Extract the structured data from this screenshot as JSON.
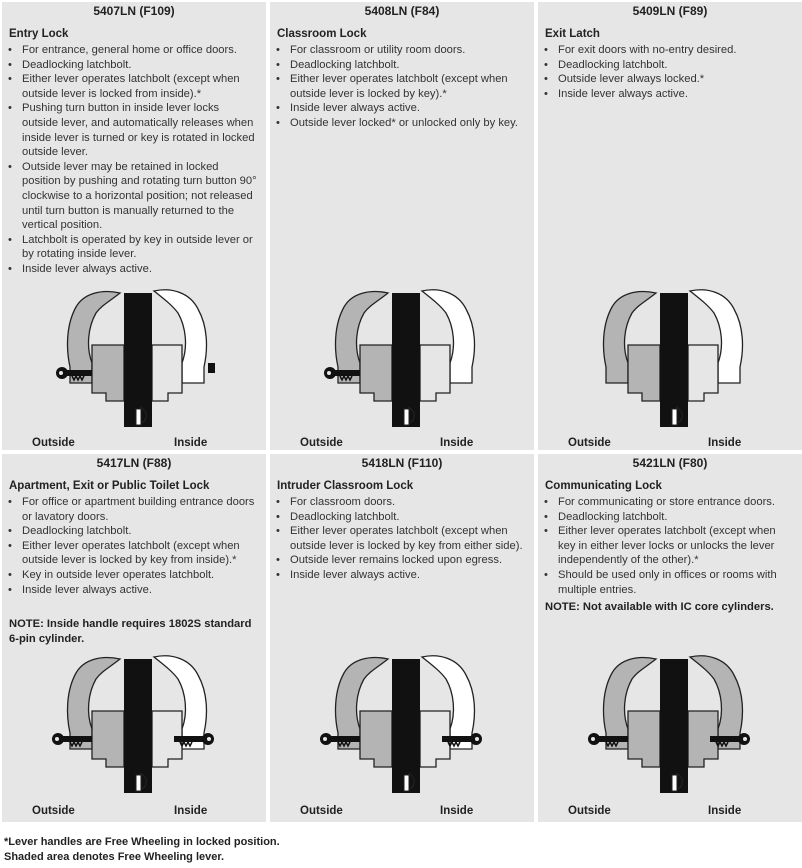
{
  "labels": {
    "outside": "Outside",
    "inside": "Inside"
  },
  "cells": [
    {
      "header": "5407LN (F109)",
      "title": "Entry Lock",
      "items": [
        "For entrance, general home or office doors.",
        "Deadlocking latchbolt.",
        "Either lever operates latchbolt (except when outside lever is locked from inside).*",
        "Pushing turn button in inside lever locks outside lever, and automatically releases when inside lever is turned or key is rotated in locked outside lever.",
        "Outside lever may be retained in locked position by pushing and rotating turn button 90° clockwise to a horizontal position; not released until turn button is manually returned to the vertical position.",
        "Latchbolt is operated by key in outside lever or by rotating inside lever.",
        "Inside lever always active."
      ]
    },
    {
      "header": "5408LN (F84)",
      "title": "Classroom Lock",
      "items": [
        "For classroom or utility room doors.",
        "Deadlocking latchbolt.",
        "Either lever operates latchbolt (except when outside lever is locked by key).*",
        "Inside lever always active.",
        "Outside lever locked* or unlocked only by key."
      ]
    },
    {
      "header": "5409LN (F89)",
      "title": "Exit Latch",
      "items": [
        "For exit doors with no-entry desired.",
        "Deadlocking latchbolt.",
        "Outside lever always locked.*",
        "Inside lever always active."
      ]
    },
    {
      "header": "5417LN (F88)",
      "title": "Apartment, Exit or Public Toilet Lock",
      "items": [
        "For office or apartment building entrance doors or lavatory doors.",
        "Deadlocking latchbolt.",
        "Either lever operates latchbolt (except when outside lever is locked by key from inside).*",
        "Key in outside lever operates latchbolt.",
        "Inside lever always active."
      ],
      "note": "NOTE: Inside handle requires 1802S standard 6-pin cylinder."
    },
    {
      "header": "5418LN (F110)",
      "title": "Intruder Classroom Lock",
      "items": [
        "For classroom doors.",
        "Deadlocking latchbolt.",
        "Either lever operates latchbolt (except when outside lever is locked by key from either side).",
        "Outside lever remains locked upon egress.",
        "Inside lever always active."
      ]
    },
    {
      "header": "5421LN (F80)",
      "title": "Communicating Lock",
      "items": [
        "For communicating or store entrance doors.",
        "Deadlocking latchbolt.",
        "Either lever operates latchbolt (except when key in either lever locks or unlocks the lever independently of the other).*",
        "Should be used only in offices or rooms with multiple entries."
      ],
      "note": "NOTE: Not available with IC core cylinders."
    }
  ],
  "footnotes": [
    "*Lever handles are Free Wheeling in locked position.",
    "Shaded area denotes Free Wheeling lever."
  ],
  "colors": {
    "cell_bg": "#e6e6e6",
    "shaded_lever": "#b4b4b4",
    "door": "#111111"
  }
}
